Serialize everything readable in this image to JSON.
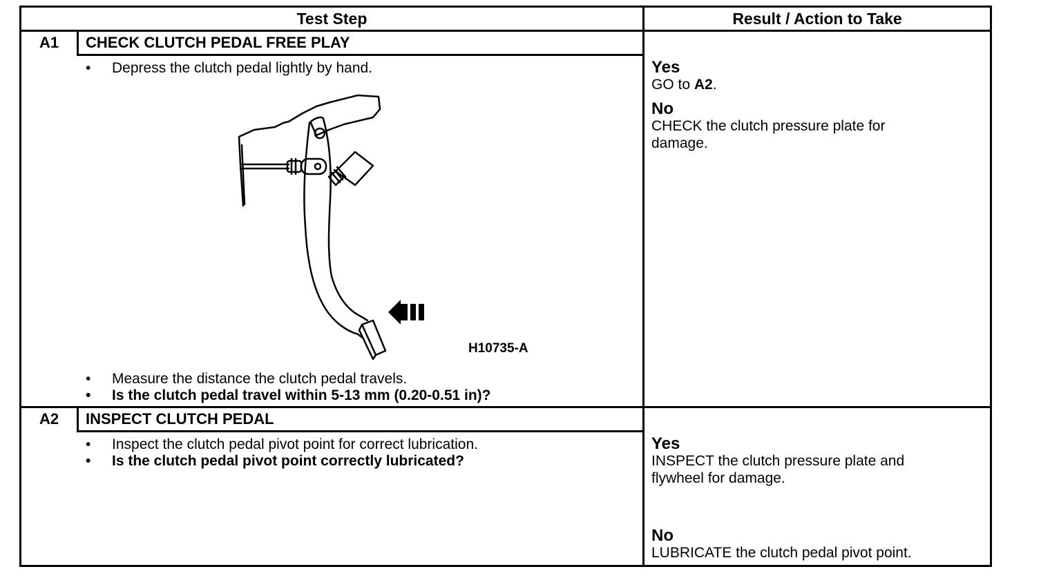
{
  "header": {
    "test_step": "Test Step",
    "result_action": "Result / Action to Take"
  },
  "steps": [
    {
      "id": "A1",
      "title": "CHECK CLUTCH PEDAL FREE PLAY",
      "bullets_before": [
        "Depress the clutch pedal lightly by hand."
      ],
      "figure_label": "H10735-A",
      "bullets_after": [
        {
          "text": "Measure the distance the clutch pedal travels.",
          "bold": false
        },
        {
          "text": "Is the clutch pedal travel within 5-13 mm (0.20-0.51 in)?",
          "bold": true
        }
      ],
      "yes_label": "Yes",
      "yes_text_prefix": "GO to ",
      "yes_text_ref": "A2",
      "yes_text_suffix": ".",
      "no_label": "No",
      "no_text_line1": "CHECK the clutch pressure plate for",
      "no_text_line2": "damage."
    },
    {
      "id": "A2",
      "title": "INSPECT CLUTCH PEDAL",
      "bullets": [
        {
          "text": "Inspect the clutch pedal pivot point for correct lubrication.",
          "bold": false
        },
        {
          "text": "Is the clutch pedal pivot point correctly lubricated?",
          "bold": true
        }
      ],
      "yes_label": "Yes",
      "yes_text_line1": "INSPECT the clutch pressure plate and",
      "yes_text_line2": "flywheel for damage.",
      "no_label": "No",
      "no_text": "LUBRICATE the clutch pedal pivot point."
    }
  ],
  "bullet_glyph": "•"
}
